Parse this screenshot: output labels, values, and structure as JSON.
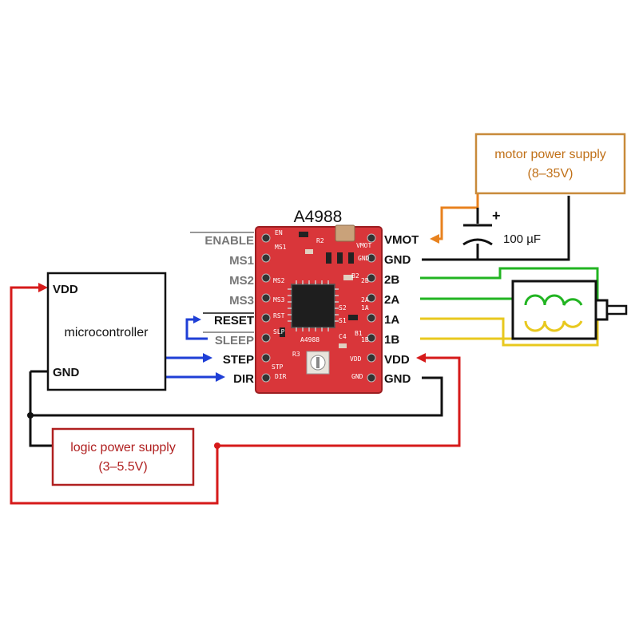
{
  "chip": {
    "title": "A4988",
    "silk": [
      "EN",
      "MS1",
      "MS2",
      "MS3",
      "RST",
      "SLP",
      "STP",
      "DIR",
      "VMOT",
      "GND",
      "2B",
      "2A",
      "1A",
      "1B",
      "VDD",
      "GND",
      "R2",
      "R3",
      "C4",
      "A4988",
      "S2",
      "S1",
      "B1",
      "B2"
    ]
  },
  "left_pins": [
    "ENABLE",
    "MS1",
    "MS2",
    "MS3",
    "RESET",
    "SLEEP",
    "STEP",
    "DIR"
  ],
  "right_pins": [
    "VMOT",
    "GND",
    "2B",
    "2A",
    "1A",
    "1B",
    "VDD",
    "GND"
  ],
  "microcontroller": {
    "label": "microcontroller",
    "vdd": "VDD",
    "gnd": "GND"
  },
  "motor_supply": {
    "line1": "motor power supply",
    "line2": "(8–35V)"
  },
  "logic_supply": {
    "line1": "logic power supply",
    "line2": "(3–5.5V)"
  },
  "capacitor": {
    "value": "100 µF",
    "polarity": "+"
  },
  "colors": {
    "red": "#d61a1a",
    "blue": "#1f3fd6",
    "orange": "#e8821e",
    "green": "#22b422",
    "yellow": "#e8c81e",
    "black": "#111111",
    "motor_box": "#c88a3a",
    "logic_box": "#b02020",
    "pcb": "#d9363a"
  }
}
